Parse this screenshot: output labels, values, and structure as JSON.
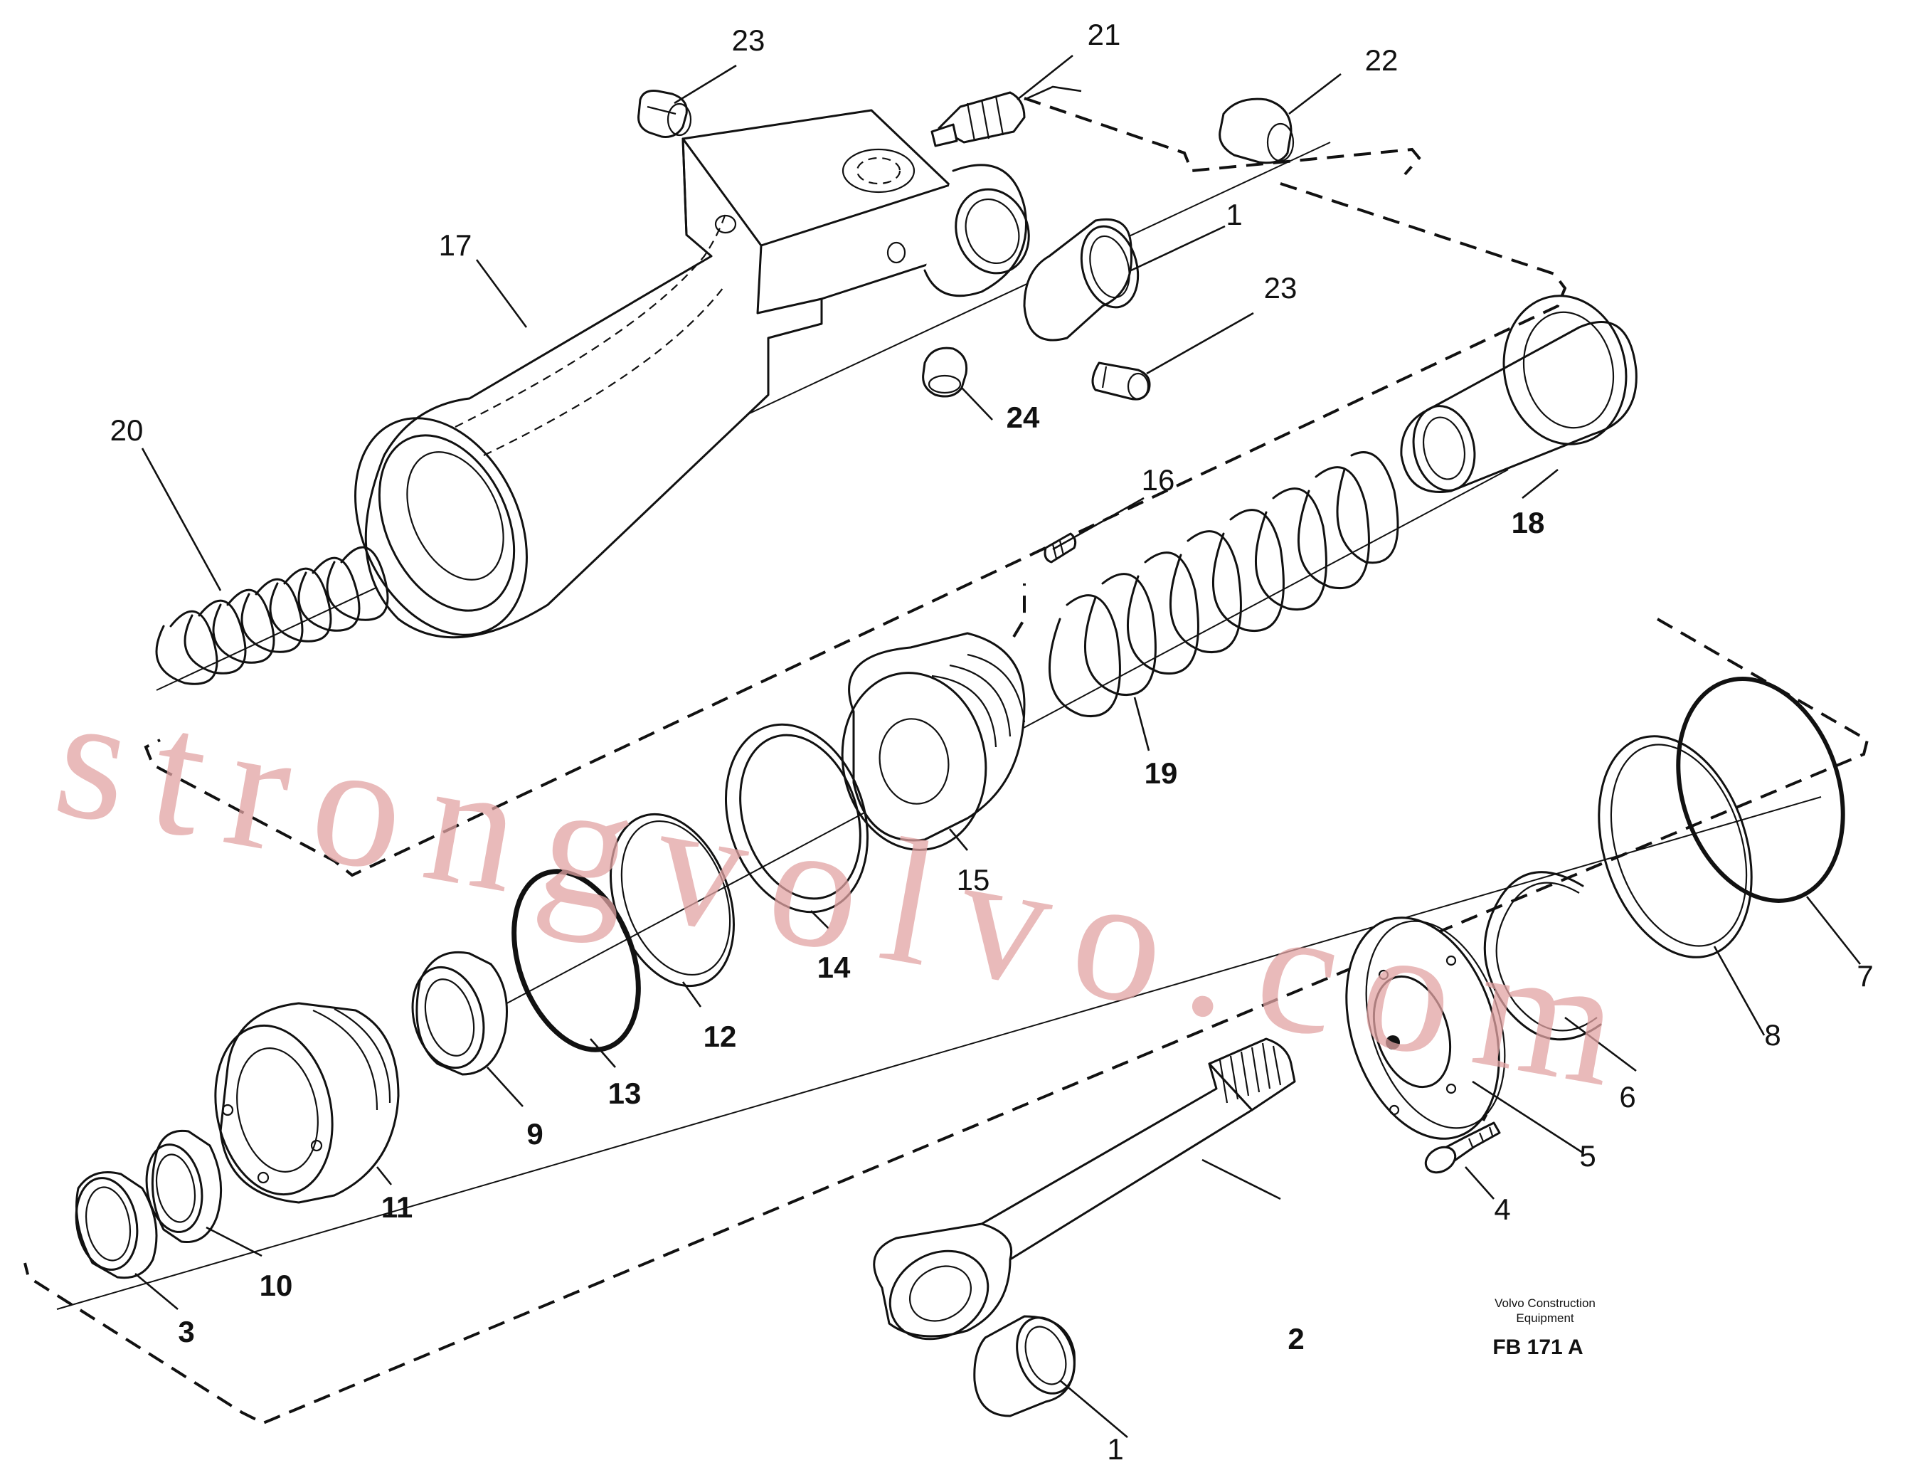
{
  "diagram": {
    "watermark": "strongvolvo.com",
    "caption_line1": "Volvo Construction",
    "caption_line2": "Equipment",
    "figure_code": "FB 171 A",
    "callouts": {
      "c1_top": "1",
      "c1_bottom": "1",
      "c2": "2",
      "c3": "3",
      "c4": "4",
      "c5": "5",
      "c6": "6",
      "c7": "7",
      "c8": "8",
      "c9": "9",
      "c10": "10",
      "c11": "11",
      "c12": "12",
      "c13": "13",
      "c14": "14",
      "c15": "15",
      "c16": "16",
      "c17": "17",
      "c18": "18",
      "c19": "19",
      "c20": "20",
      "c21": "21",
      "c22": "22",
      "c23_top": "23",
      "c23_mid": "23",
      "c24": "24"
    }
  }
}
